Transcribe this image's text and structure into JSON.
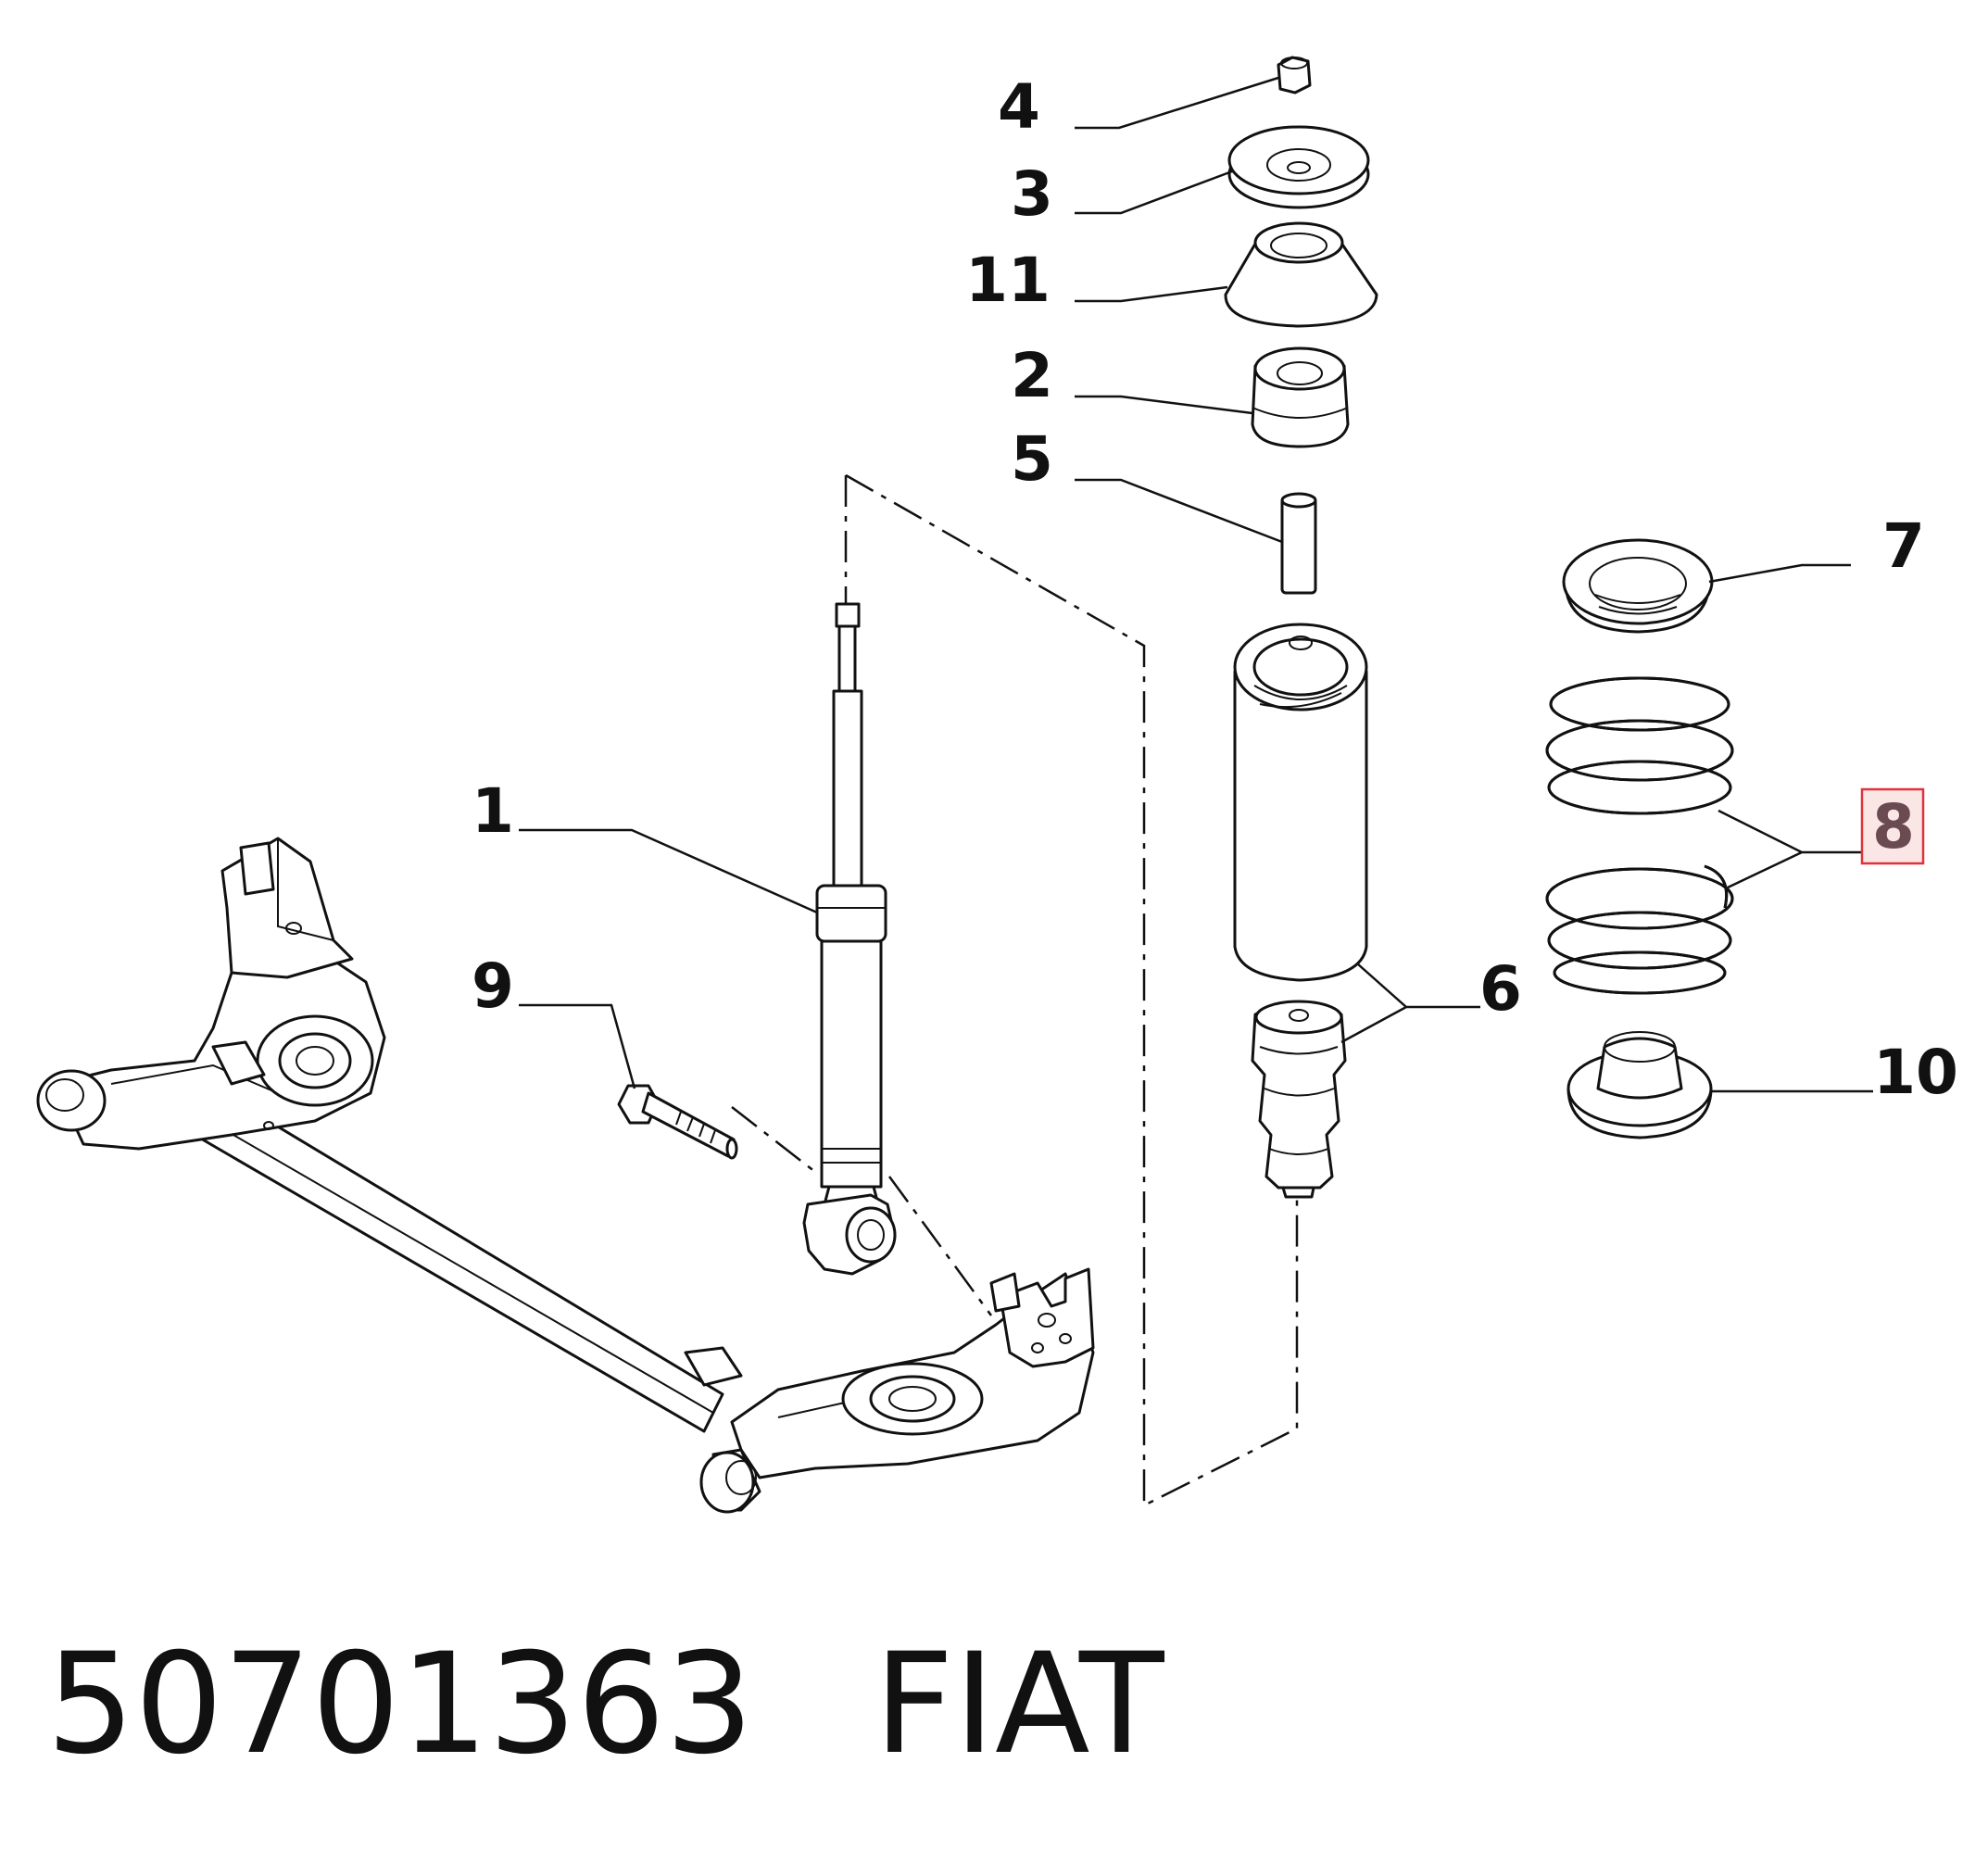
{
  "callouts": [
    {
      "id": "4",
      "label": "4"
    },
    {
      "id": "3",
      "label": "3"
    },
    {
      "id": "11",
      "label": "11"
    },
    {
      "id": "2",
      "label": "2"
    },
    {
      "id": "5",
      "label": "5"
    },
    {
      "id": "1",
      "label": "1"
    },
    {
      "id": "9",
      "label": "9"
    },
    {
      "id": "7",
      "label": "7"
    },
    {
      "id": "8",
      "label": "8",
      "highlighted": true
    },
    {
      "id": "6",
      "label": "6"
    },
    {
      "id": "10",
      "label": "10"
    }
  ],
  "caption": {
    "part_number": "50701363",
    "brand": "FIAT"
  },
  "colors": {
    "line": "#111111",
    "highlight_border": "#e0323c",
    "highlight_fill": "#fbe6e6",
    "highlight_text": "#6b4b52"
  }
}
